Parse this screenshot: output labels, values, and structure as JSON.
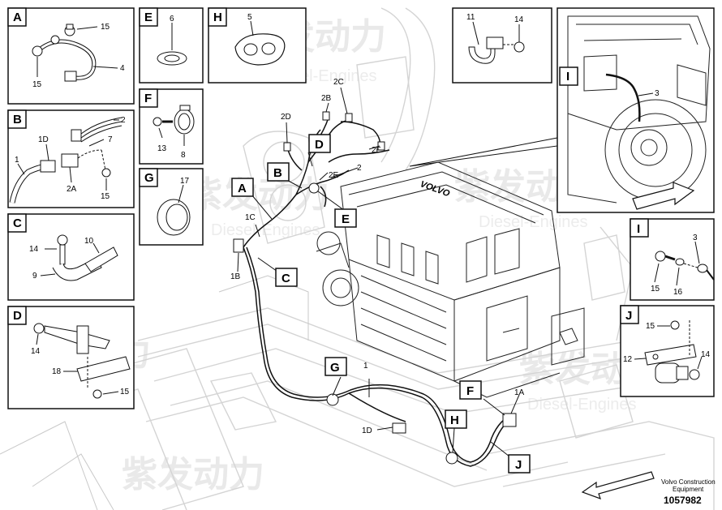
{
  "detail_panels": [
    {
      "letter": "A",
      "labels": [
        "15",
        "4",
        "15"
      ]
    },
    {
      "letter": "B",
      "labels": [
        "2",
        "1D",
        "7",
        "1",
        "2A",
        "15"
      ]
    },
    {
      "letter": "C",
      "labels": [
        "14",
        "10",
        "9"
      ]
    },
    {
      "letter": "D",
      "labels": [
        "14",
        "18",
        "15"
      ]
    },
    {
      "letter": "E",
      "labels": [
        "6"
      ]
    },
    {
      "letter": "F",
      "labels": [
        "13",
        "8"
      ]
    },
    {
      "letter": "G",
      "labels": [
        "17"
      ]
    },
    {
      "letter": "H",
      "labels": [
        "5"
      ]
    },
    {
      "letter": "",
      "labels": [
        "11",
        "14"
      ]
    },
    {
      "letter": "I",
      "labels": [
        "3"
      ]
    },
    {
      "letter": "I",
      "labels": [
        "3",
        "15",
        "16"
      ]
    },
    {
      "letter": "J",
      "labels": [
        "15",
        "12",
        "14"
      ]
    }
  ],
  "main_callouts": [
    "A",
    "B",
    "C",
    "D",
    "E",
    "F",
    "G",
    "H",
    "J"
  ],
  "main_labels": [
    "2C",
    "2B",
    "2D",
    "2F",
    "2E",
    "2",
    "1C",
    "1B",
    "1",
    "1A",
    "1D"
  ],
  "engine_brand": "VOLVO",
  "footer": {
    "maker": "Volvo Construction",
    "line2": "Equipment",
    "doc_number": "1057982"
  },
  "watermark": {
    "brand_cn": "紫发动力",
    "brand_en": "Diesel-Engines"
  }
}
